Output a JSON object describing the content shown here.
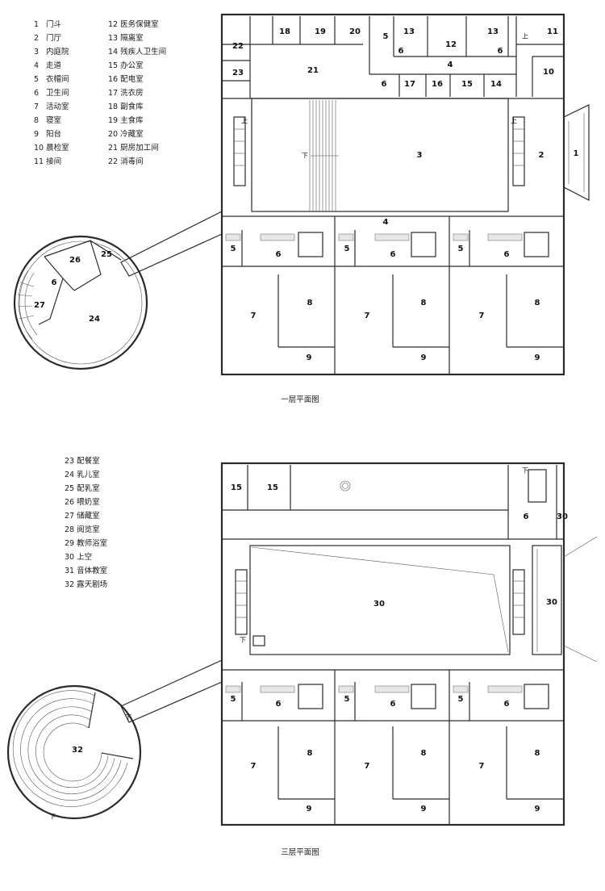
{
  "legend_floor1": [
    {
      "num": "1",
      "name": "门斗"
    },
    {
      "num": "2",
      "name": "门厅"
    },
    {
      "num": "3",
      "name": "内庭院"
    },
    {
      "num": "4",
      "name": "走道"
    },
    {
      "num": "5",
      "name": "衣帽间"
    },
    {
      "num": "6",
      "name": "卫生间"
    },
    {
      "num": "7",
      "name": "活动室"
    },
    {
      "num": "8",
      "name": "寝室"
    },
    {
      "num": "9",
      "name": "阳台"
    },
    {
      "num": "10",
      "name": "晨检室"
    },
    {
      "num": "11",
      "name": "接间"
    },
    {
      "num": "12",
      "name": "医务保健室"
    },
    {
      "num": "13",
      "name": "隔离室"
    },
    {
      "num": "14",
      "name": "残疾人卫生间"
    },
    {
      "num": "15",
      "name": "办公室"
    },
    {
      "num": "16",
      "name": "配电室"
    },
    {
      "num": "17",
      "name": "洗衣房"
    },
    {
      "num": "18",
      "name": "副食库"
    },
    {
      "num": "19",
      "name": "主食库"
    },
    {
      "num": "20",
      "name": "冷藏室"
    },
    {
      "num": "21",
      "name": "厨房加工间"
    },
    {
      "num": "22",
      "name": "消毒间"
    }
  ],
  "legend_floor3": [
    {
      "num": "23",
      "name": "配餐室"
    },
    {
      "num": "24",
      "name": "乳儿室"
    },
    {
      "num": "25",
      "name": "配乳室"
    },
    {
      "num": "26",
      "name": "喂奶室"
    },
    {
      "num": "27",
      "name": "储藏室"
    },
    {
      "num": "28",
      "name": "阅览室"
    },
    {
      "num": "29",
      "name": "教师浴室"
    },
    {
      "num": "30",
      "name": "上空"
    },
    {
      "num": "31",
      "name": "音体教室"
    },
    {
      "num": "32",
      "name": "露天剧场"
    }
  ],
  "captions": {
    "floor1": "一层平面图",
    "floor3": "三层平面图"
  },
  "stair_labels": {
    "up": "上",
    "down": "下"
  }
}
